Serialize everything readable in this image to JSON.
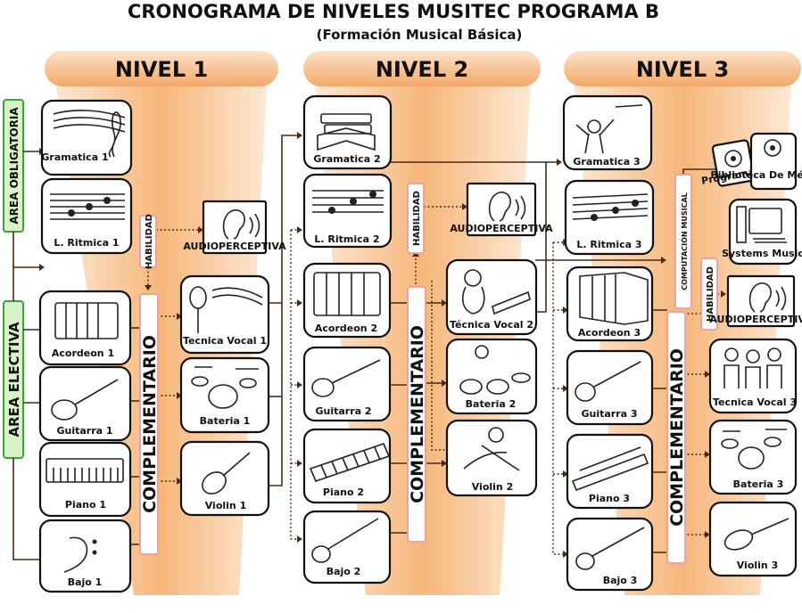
{
  "header": {
    "title": "CRONOGRAMA DE NIVELES MUSITEC PROGRAMA B",
    "subtitle": "(Formación Musical Básica)"
  },
  "levels": [
    {
      "label": "NIVEL 1"
    },
    {
      "label": "NIVEL 2"
    },
    {
      "label": "NIVEL 3"
    }
  ],
  "areas": {
    "obligatoria": "AREA OBLIGATORIA",
    "electiva": "AREA ELECTIVA"
  },
  "band_labels": {
    "complementario": "COMPLEMENTARIO",
    "habilidad": "HABILIDAD",
    "computacion": "COMPUTACIÓN MUSICAL"
  },
  "audio_label": "AUDIOPERCEPTIVA",
  "nivel1": {
    "gramatica": "Gramatica 1",
    "ritmica": "L. Ritmica 1",
    "acordeon": "Acordeon 1",
    "guitarra": "Guitarra 1",
    "piano": "Piano 1",
    "bajo": "Bajo 1",
    "vocal": "Tecnica Vocal 1",
    "bateria": "Bateria 1",
    "violin": "Violin 1"
  },
  "nivel2": {
    "gramatica": "Gramatica 2",
    "ritmica": "L. Ritmica 2",
    "acordeon": "Acordeon 2",
    "guitarra": "Guitarra 2",
    "piano": "Piano 2",
    "bajo": "Bajo 2",
    "vocal": "Técnica Vocal 2",
    "bateria": "Bateria 2",
    "violin": "Violin 2"
  },
  "nivel3": {
    "gramatica": "Gramatica 3",
    "ritmica": "L. Ritmica 3",
    "acordeon": "Acordeon 3",
    "guitarra": "Guitarra 3",
    "piano": "Piano 3",
    "bajo": "Bajo 3",
    "vocal": "Tecnica Vocal 3",
    "bateria": "Bateria 3",
    "violin": "Violin 3",
    "programas": "Programas",
    "biblioteca": "Biblioteca De Métodos",
    "systems": "Systems Music"
  },
  "colors": {
    "band_light": "#fde9d6",
    "band_dark": "#f4ae6c",
    "area_fill": "#d9f2c8",
    "area_stroke": "#3aa33a",
    "connector": "#4a2a12",
    "band_border": "#e9a3a3"
  }
}
